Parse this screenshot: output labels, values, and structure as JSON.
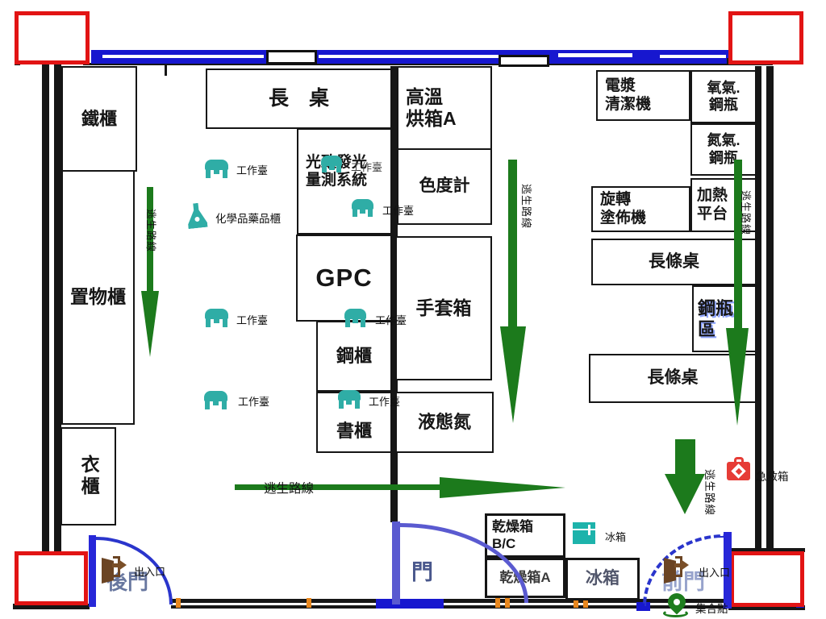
{
  "title": "laboratory-floor-plan",
  "colors": {
    "escape_green": "#1c7a1c",
    "workbench_teal": "#2fada6",
    "window_blue": "#1717cf",
    "corner_red": "#e21414",
    "door_brown": "#6b4423",
    "first_aid_red": "#e63c36"
  },
  "rooms": {
    "iron_cabinet": "鐵櫃",
    "storage_cabinet": "置物櫃",
    "wardrobe": "衣櫃",
    "long_table": "長　桌",
    "oven_line1": "高溫",
    "oven_line2": "烘箱A",
    "colorimeter": "色度計",
    "pl_line1": "光致發光",
    "pl_line2": "量測系統",
    "gpc": "GPC",
    "steel_cabinet": "鋼櫃",
    "bookcase": "書櫃",
    "glove_box": "手套箱",
    "liquid_nitrogen": "液態氮",
    "plasma_line1": "電漿",
    "plasma_line2": "清潔機",
    "oxygen_line1": "氧氣.",
    "oxygen_line2": "鋼瓶",
    "nitrogen_line1": "氮氣.",
    "nitrogen_line2": "鋼瓶",
    "spin_line1": "旋轉",
    "spin_line2": "塗佈機",
    "heat_line1": "加熱",
    "heat_line2": "平台",
    "strip_table": "長條桌",
    "cylinder_line1": "鋼瓶",
    "cylinder_line2": "區",
    "dry_bc_line1": "乾燥箱",
    "dry_bc_line2": "B/C",
    "dry_a": "乾燥箱A",
    "fridge_box": "冰箱",
    "back_door": "後門",
    "middle_door": "門",
    "front_door": "前門"
  },
  "labels": {
    "workbench": "工作臺",
    "chemical_cabinet": "化學品藥品櫃",
    "escape_route": "逃生路線",
    "entrance_exit": "出入口",
    "assembly_point": "集合點",
    "first_aid": "急救箱",
    "fridge_icon": "冰箱"
  }
}
